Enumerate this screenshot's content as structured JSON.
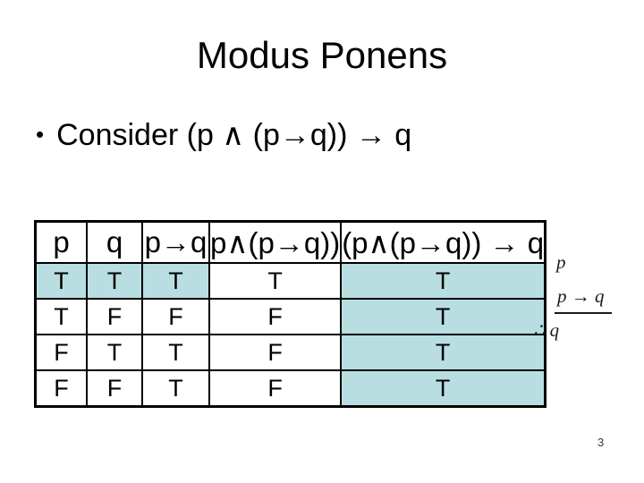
{
  "slide": {
    "title": "Modus Ponens",
    "bullet_marker": "•",
    "bullet_text": "Consider (p ∧ (p→q)) → q",
    "page_number": "3"
  },
  "truth_table": {
    "type": "table",
    "header": [
      "p",
      "q",
      "p→q",
      "p∧(p→q))",
      "(p∧(p→q)) → q"
    ],
    "rows": [
      {
        "values": [
          "T",
          "T",
          "T",
          "T",
          "T"
        ],
        "highlighted": [
          true,
          true,
          true,
          false,
          true
        ]
      },
      {
        "values": [
          "T",
          "F",
          "F",
          "F",
          "T"
        ],
        "highlighted": [
          false,
          false,
          false,
          false,
          true
        ]
      },
      {
        "values": [
          "F",
          "T",
          "T",
          "F",
          "T"
        ],
        "highlighted": [
          false,
          false,
          false,
          false,
          true
        ]
      },
      {
        "values": [
          "F",
          "F",
          "T",
          "F",
          "T"
        ],
        "highlighted": [
          false,
          false,
          false,
          false,
          true
        ]
      }
    ],
    "highlight_color": "#b9dee1",
    "border_color": "#000000"
  },
  "proof": {
    "premise1": "p",
    "premise2": "p → q",
    "conclusion": "∴ q"
  }
}
